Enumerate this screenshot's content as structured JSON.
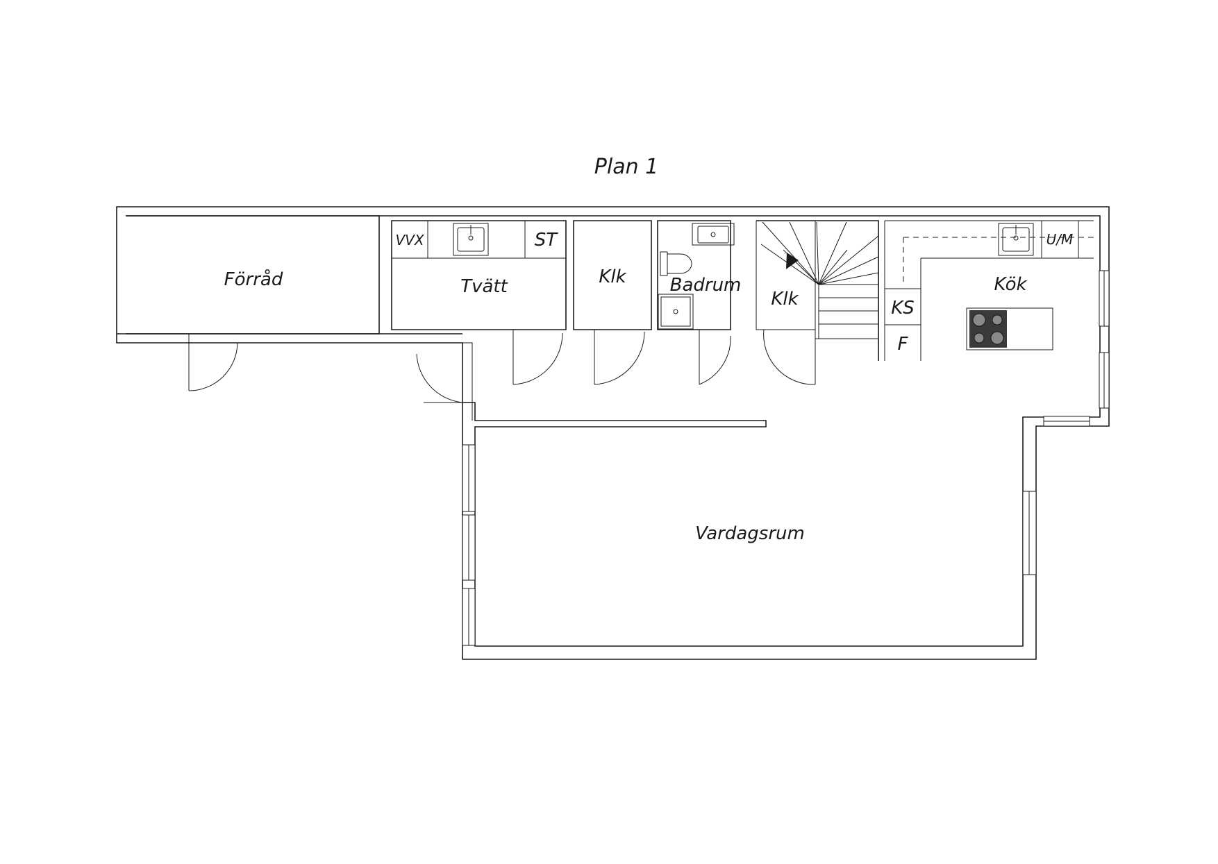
{
  "plan": {
    "title": "Plan 1"
  },
  "rooms": {
    "forrad": "Förråd",
    "tvatt": "Tvätt",
    "klk_left": "Klk",
    "badrum": "Badrum",
    "klk_right": "Klk",
    "kok": "Kök",
    "vardagsrum": "Vardagsrum"
  },
  "fixtures": {
    "vvx": "VVX",
    "st": "ST",
    "ks": "KS",
    "f": "F",
    "um": "U/M"
  },
  "icons": {
    "sink": "sink-icon",
    "stove": "stove-icon",
    "toilet": "toilet-icon",
    "shower": "shower-icon",
    "stairs": "stairs-icon",
    "door": "door-swing-icon",
    "window": "window-icon"
  },
  "colors": {
    "line": "#1a1a1a",
    "background": "#ffffff",
    "stove": "#3a3a3a"
  }
}
